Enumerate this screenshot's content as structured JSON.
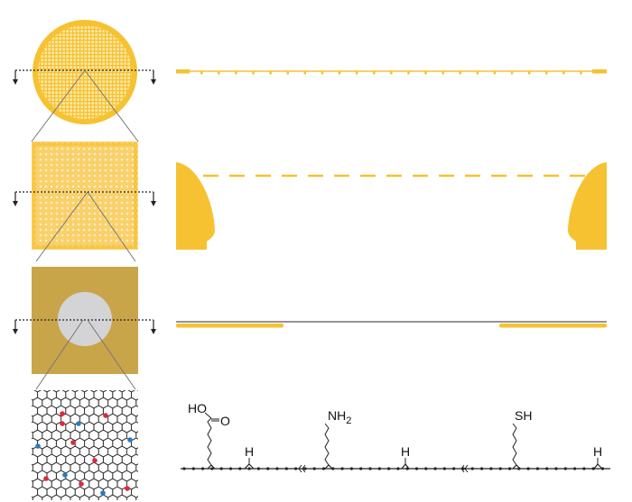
{
  "colors": {
    "gold": "#f6c232",
    "gold_light": "#f9d873",
    "support": "#c9a54a",
    "hole": "#d4d4d6",
    "oxygen_red": "#e0283a",
    "nitrogen_blue": "#2a7bc0",
    "line": "#222222"
  },
  "chemistry": {
    "carboxyl_ho": "HO",
    "carboxyl_o": "O",
    "amine": "NH",
    "amine_sub": "2",
    "thiol": "SH",
    "hydrogen_1": "H",
    "hydrogen_2": "H",
    "hydrogen_3": "H"
  }
}
